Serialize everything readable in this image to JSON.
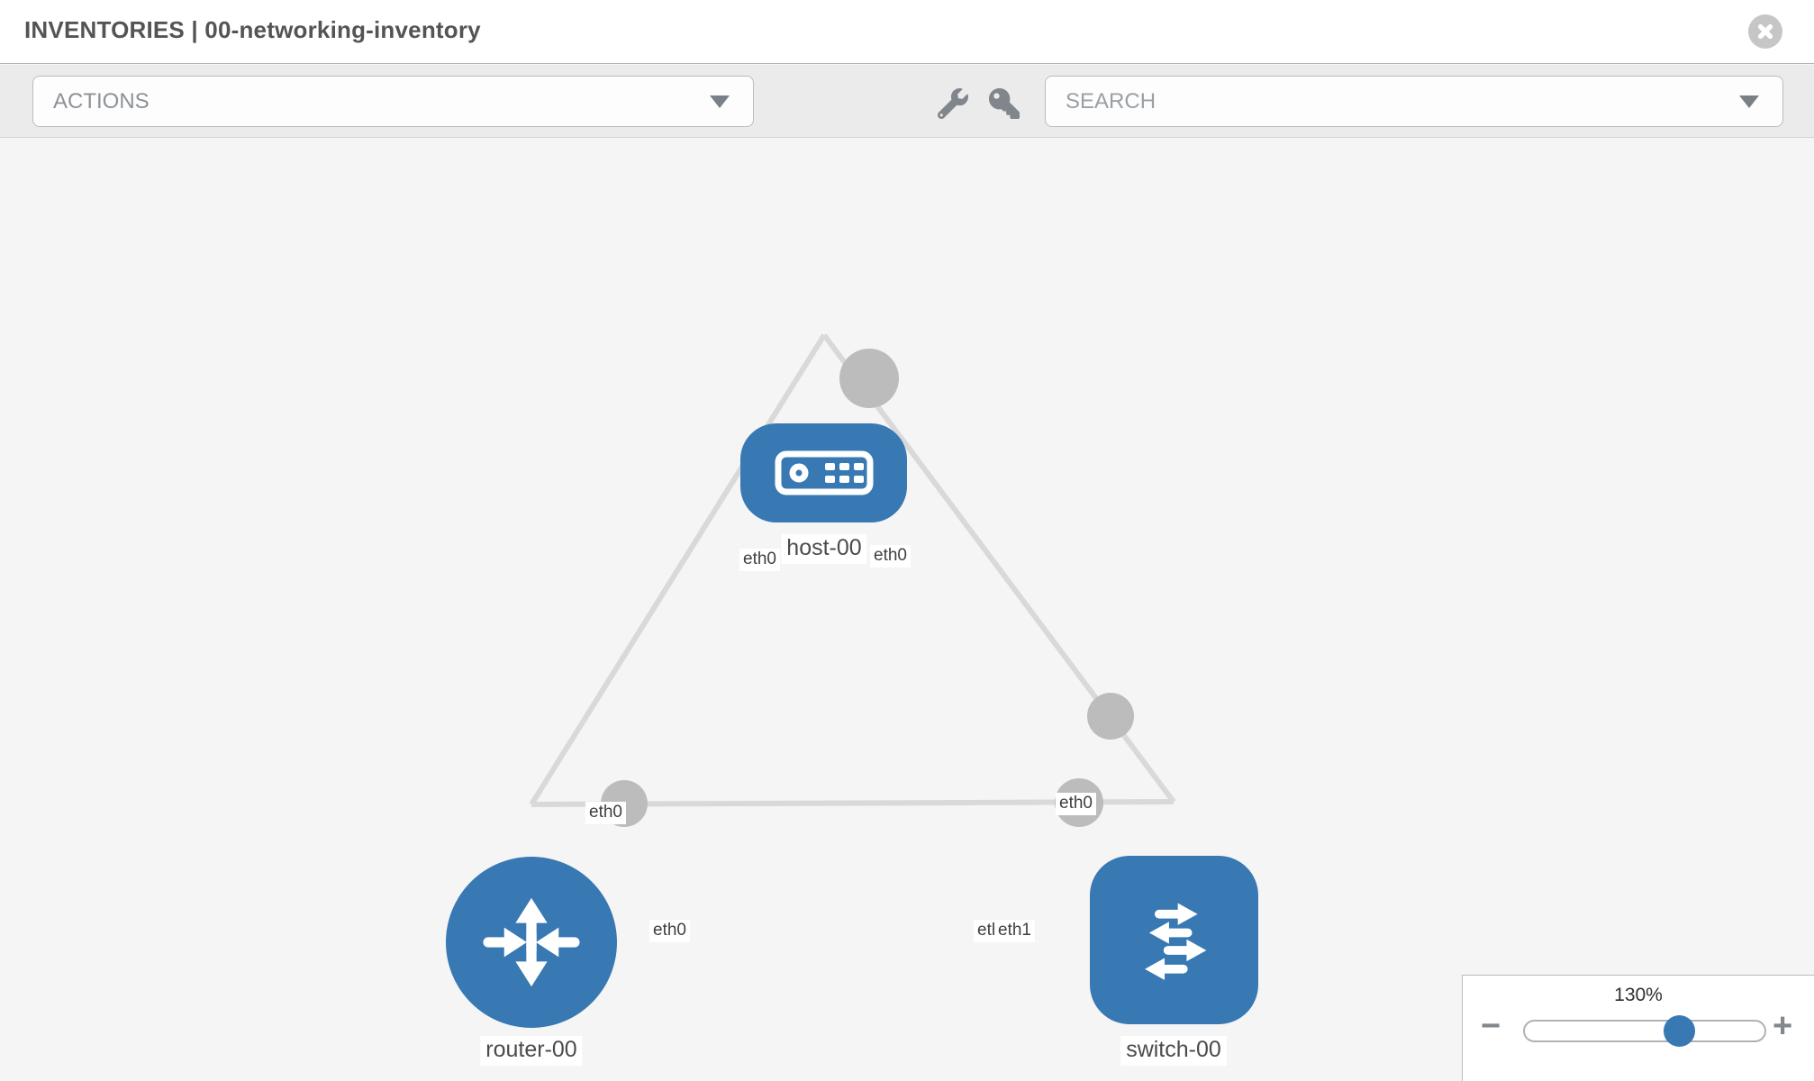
{
  "header": {
    "title": "INVENTORIES | 00-networking-inventory"
  },
  "toolbar": {
    "actions_label": "ACTIONS",
    "search_placeholder": "SEARCH"
  },
  "diagram": {
    "nodes": [
      {
        "label": "host-00",
        "type": "host"
      },
      {
        "label": "router-00",
        "type": "router"
      },
      {
        "label": "switch-00",
        "type": "switch"
      }
    ],
    "links": [
      {
        "from": "host-00",
        "from_interface": "eth0",
        "to": "router-00",
        "to_interface": "eth0"
      },
      {
        "from": "host-00",
        "from_interface": "eth0",
        "to": "switch-00",
        "to_interface": "eth0"
      },
      {
        "from": "router-00",
        "from_interface": "eth0",
        "to": "switch-00",
        "to_interface": "eth1"
      }
    ],
    "eth_labels": [
      {
        "text": "eth0"
      },
      {
        "text": "eth0"
      },
      {
        "text": "eth0"
      },
      {
        "text": "eth0"
      },
      {
        "text": "eth0"
      },
      {
        "text": "eth0"
      },
      {
        "text": "eth1"
      }
    ]
  },
  "zoom_control": {
    "level": "130%",
    "minus_label": "−",
    "plus_label": "+"
  },
  "colors": {
    "node_blue": "#3878b3",
    "link_gray": "#d9d9d9",
    "connector_gray": "#bcbcbc",
    "canvas_bg": "#f5f5f5",
    "toolbar_bg": "#ebebeb"
  }
}
